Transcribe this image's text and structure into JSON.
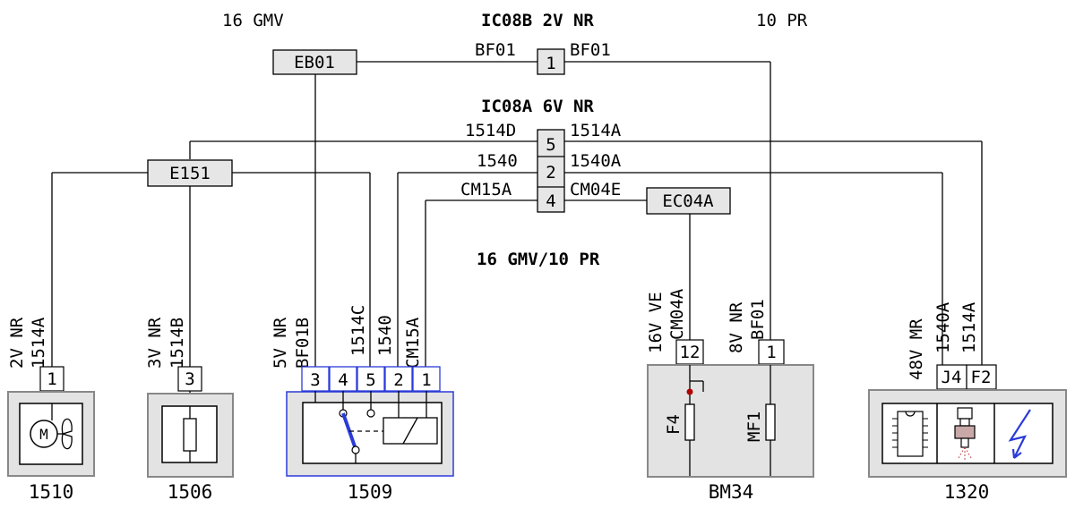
{
  "headers": {
    "left": "16 GMV",
    "center_top": "IC08B 2V NR",
    "right": "10 PR",
    "center_mid": "IC08A 6V NR",
    "center_low": "16 GMV/10 PR"
  },
  "junctions": {
    "eb01": "EB01",
    "e151": "E151",
    "ec04a": "EC04A"
  },
  "ic08b_pin": "1",
  "ic08a_pins": [
    "5",
    "2",
    "4"
  ],
  "wire_labels": {
    "bf01_left": "BF01",
    "bf01_right": "BF01",
    "w1514d": "1514D",
    "w1514a_r": "1514A",
    "w1540": "1540",
    "w1540a_r": "1540A",
    "cm15a": "CM15A",
    "cm04e": "CM04E"
  },
  "component_1510": {
    "name": "1510",
    "conn": "2V NR",
    "wire": "1514A",
    "pin": "1",
    "symbol": "fan-motor-icon",
    "motor_letter": "M"
  },
  "component_1506": {
    "name": "1506",
    "conn": "3V NR",
    "wire": "1514B",
    "pin": "3",
    "symbol": "resistor-icon"
  },
  "component_1509": {
    "name": "1509",
    "conn": "5V NR",
    "wires": [
      "BF01B",
      "1514C",
      "1540",
      "CM15A"
    ],
    "pins": [
      "3",
      "4",
      "5",
      "2",
      "1"
    ],
    "symbol": "relay-icon",
    "accent": "#2b3bd8"
  },
  "component_bm34": {
    "name": "BM34",
    "left_conn": "16V VE",
    "left_wire": "CM04A",
    "left_pin": "12",
    "left_fuse": "F4",
    "right_conn": "8V NR",
    "right_wire": "BF01",
    "right_pin": "1",
    "right_fuse": "MF1",
    "fuse_dot_color": "#b00000"
  },
  "component_1320": {
    "name": "1320",
    "conn": "48V MR",
    "wires": [
      "1540A",
      "1514A"
    ],
    "pins": [
      "J4",
      "F2"
    ],
    "symbols": [
      "ecu-chip-icon",
      "injector-icon",
      "lightning-icon"
    ]
  }
}
